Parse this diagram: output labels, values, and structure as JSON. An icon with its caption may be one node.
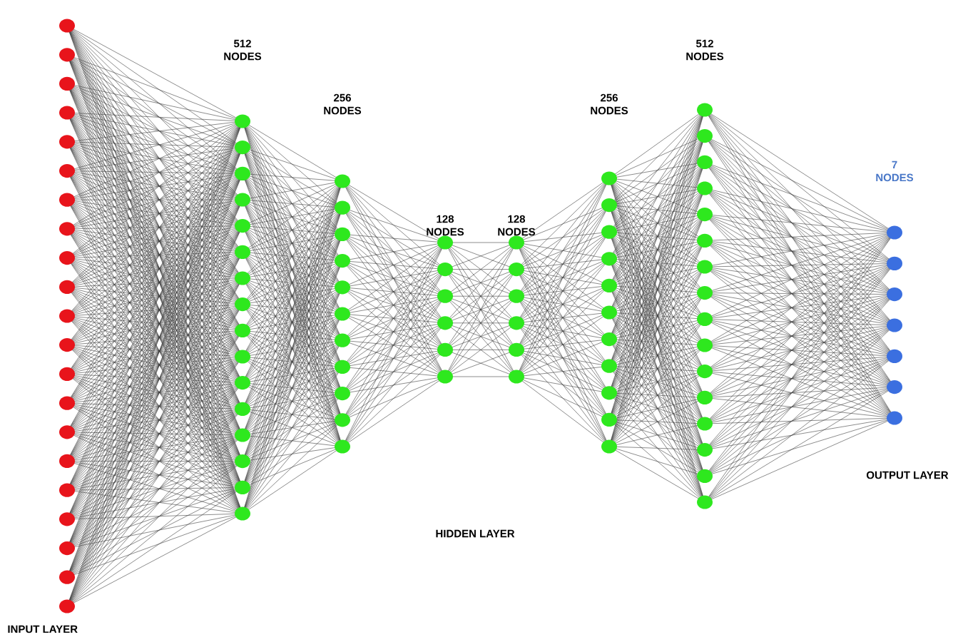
{
  "diagram": {
    "labels": [
      "512 NODES",
      "256 NODES",
      "128 NODES",
      "128 NODES",
      "256 NODES",
      "512 NODES",
      "7 NODES",
      "OUTPUT LAYER",
      "HIDDEN LAYER",
      "INPUT LAYER"
    ]
  }
}
